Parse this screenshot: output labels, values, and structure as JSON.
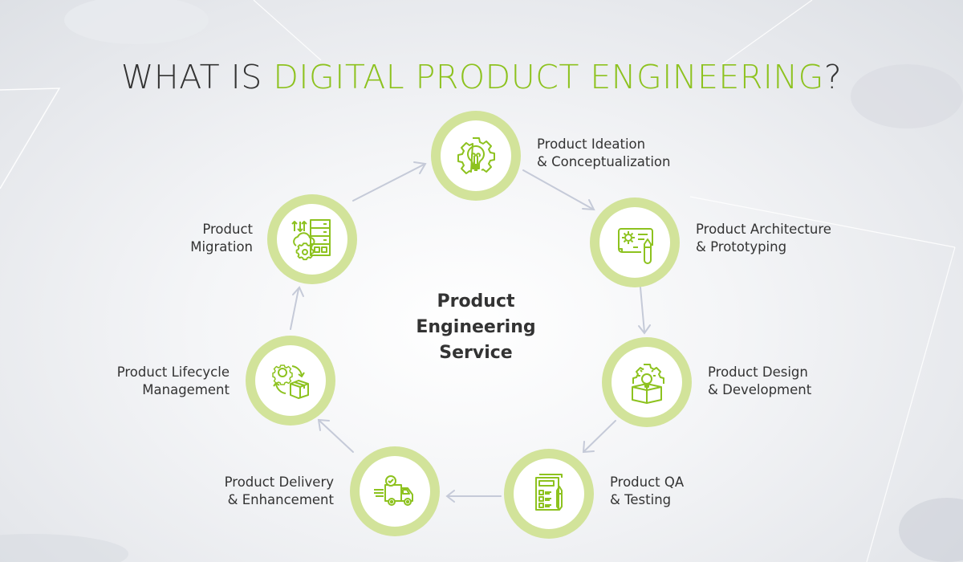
{
  "title": {
    "prefix": "WHAT IS ",
    "highlight": "DIGITAL PRODUCT ENGINEERING",
    "suffix": "?"
  },
  "colors": {
    "accent": "#8dc21f",
    "ring": "#d2e39a",
    "text": "#333333",
    "arrow": "#c5cad8"
  },
  "center": {
    "line1": "Product",
    "line2": "Engineering",
    "line3": "Service"
  },
  "nodes": [
    {
      "id": "ideation",
      "icon": "lightbulb-gear-icon",
      "line1": "Product Ideation",
      "line2": "& Conceptualization"
    },
    {
      "id": "architecture",
      "icon": "blueprint-pencil-icon",
      "line1": "Product Architecture",
      "line2": "& Prototyping"
    },
    {
      "id": "design",
      "icon": "box-lightbulb-gear-icon",
      "line1": "Product Design",
      "line2": "& Development"
    },
    {
      "id": "qa",
      "icon": "checklist-pencil-icon",
      "line1": "Product QA",
      "line2": "& Testing"
    },
    {
      "id": "delivery",
      "icon": "delivery-truck-icon",
      "line1": "Product Delivery",
      "line2": "& Enhancement"
    },
    {
      "id": "lifecycle",
      "icon": "gear-box-cycle-icon",
      "line1": "Product Lifecycle",
      "line2": "Management"
    },
    {
      "id": "migration",
      "icon": "server-cloud-migration-icon",
      "line1": "Product",
      "line2": "Migration"
    }
  ]
}
